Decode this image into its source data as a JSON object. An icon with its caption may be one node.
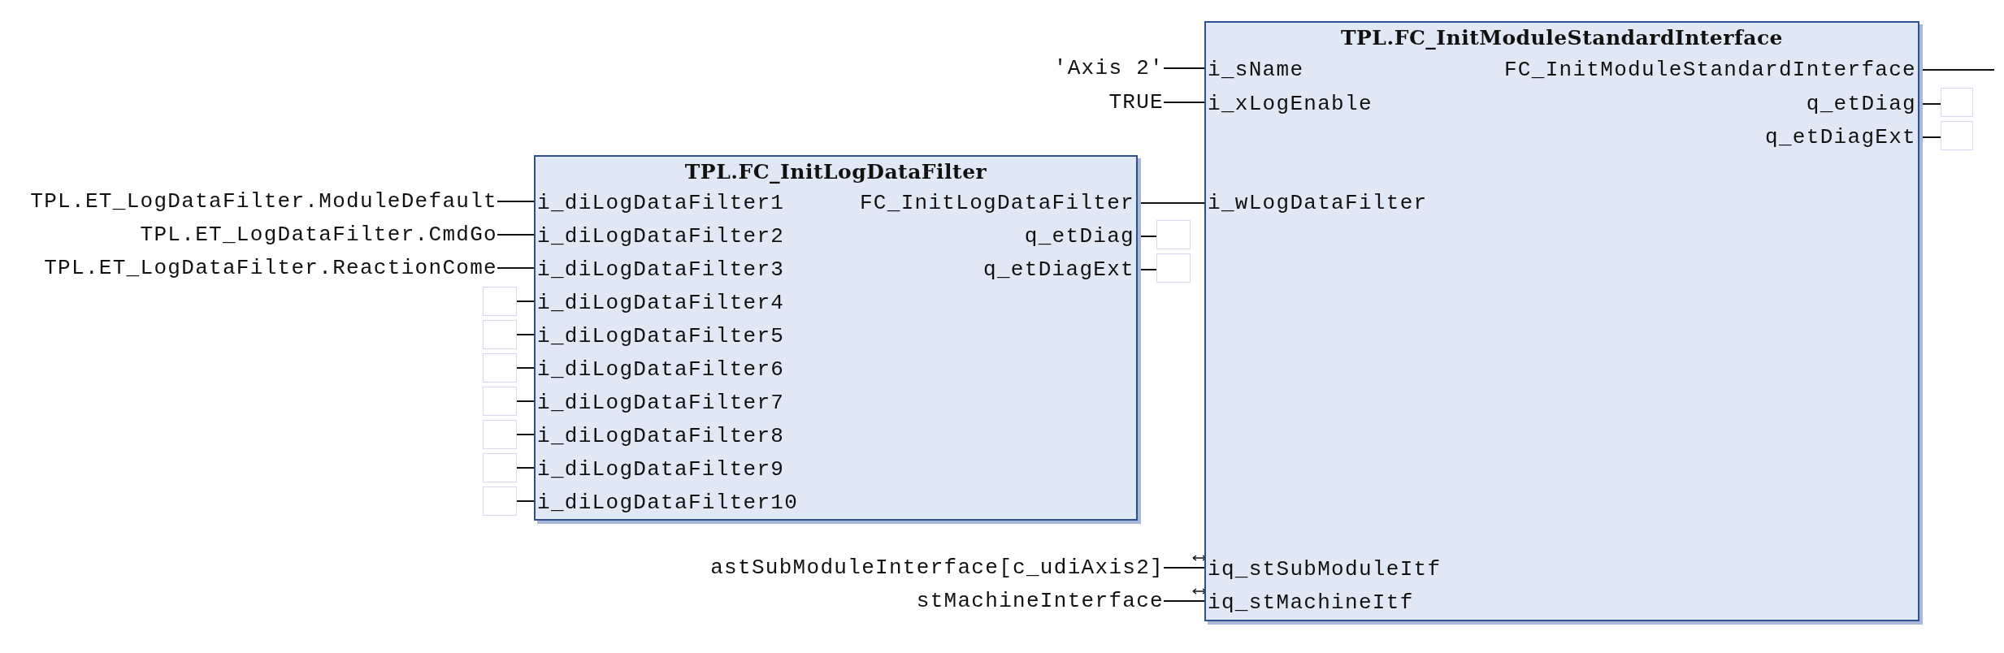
{
  "diagram": {
    "nodes": [
      {
        "text": [
          "TPL.FC_InitModuleStandardInterface"
        ]
      },
      {
        "text": [
          "i_sName"
        ],
        "in": 0
      },
      {
        "text": [
          "i_xLogEnable"
        ],
        "in": 0
      },
      {
        "text": [
          "i_wLogDataFilter"
        ],
        "in": 0
      },
      {
        "text": [
          "iq_stSubModuleItf"
        ],
        "in": 0
      },
      {
        "text": [
          "iq_stMachineItf"
        ],
        "in": 0
      },
      {
        "text": [
          "FC_InitModuleStandardInterface"
        ],
        "in": 0
      },
      {
        "text": [
          "q_etDiag"
        ],
        "in": 0
      },
      {
        "text": [
          "q_etDiagExt"
        ],
        "in": 0
      },
      {
        "text": [
          "TPL.FC_InitLogDataFilter"
        ]
      },
      {
        "text": [
          "i_diLogDataFilter1"
        ],
        "in": 9
      },
      {
        "text": [
          "i_diLogDataFilter2"
        ],
        "in": 9
      },
      {
        "text": [
          "i_diLogDataFilter3"
        ],
        "in": 9
      },
      {
        "text": [
          "i_diLogDataFilter4"
        ],
        "in": 9
      },
      {
        "text": [
          "i_diLogDataFilter5"
        ],
        "in": 9
      },
      {
        "text": [
          "i_diLogDataFilter6"
        ],
        "in": 9
      },
      {
        "text": [
          "i_diLogDataFilter7"
        ],
        "in": 9
      },
      {
        "text": [
          "i_diLogDataFilter8"
        ],
        "in": 9
      },
      {
        "text": [
          "i_diLogDataFilter9"
        ],
        "in": 9
      },
      {
        "text": [
          "i_diLogDataFilter10"
        ],
        "in": 9
      },
      {
        "text": [
          "FC_InitLogDataFilter"
        ],
        "in": 9
      },
      {
        "text": [
          "q_etDiag"
        ],
        "in": 9
      },
      {
        "text": [
          "q_etDiagExt"
        ],
        "in": 9
      },
      {
        "text": [
          "'Axis 2'"
        ]
      },
      {
        "text": [
          "TRUE"
        ]
      },
      {
        "text": [
          "TPL.ET_LogDataFilter.ModuleDefault"
        ]
      },
      {
        "text": [
          "TPL.ET_LogDataFilter.CmdGo"
        ]
      },
      {
        "text": [
          "TPL.ET_LogDataFilter.ReactionCome"
        ]
      },
      {
        "text": [],
        "shape": "box"
      },
      {
        "text": [],
        "shape": "box"
      },
      {
        "text": [],
        "shape": "box"
      },
      {
        "text": [],
        "shape": "box"
      },
      {
        "text": [],
        "shape": "box"
      },
      {
        "text": [],
        "shape": "box"
      },
      {
        "text": [],
        "shape": "box"
      },
      {
        "text": [],
        "shape": "box"
      },
      {
        "text": [],
        "shape": "box"
      },
      {
        "text": [],
        "shape": "box"
      },
      {
        "text": [],
        "shape": "box"
      },
      {
        "text": [
          "astSubModuleInterface[c_udiAxis2]"
        ]
      },
      {
        "text": [
          "stMachineInterface"
        ]
      }
    ],
    "edges": [
      {
        "from": 23,
        "to": 1,
        "arrow": "none"
      },
      {
        "from": 24,
        "to": 2,
        "arrow": "none"
      },
      {
        "from": 6,
        "to": null,
        "arrow": "none"
      },
      {
        "from": 7,
        "to": 37,
        "arrow": "none"
      },
      {
        "from": 8,
        "to": 38,
        "arrow": "none"
      },
      {
        "from": 25,
        "to": 10,
        "arrow": "none"
      },
      {
        "from": 26,
        "to": 11,
        "arrow": "none"
      },
      {
        "from": 27,
        "to": 12,
        "arrow": "none"
      },
      {
        "from": 28,
        "to": 13,
        "arrow": "none"
      },
      {
        "from": 29,
        "to": 14,
        "arrow": "none"
      },
      {
        "from": 30,
        "to": 15,
        "arrow": "none"
      },
      {
        "from": 31,
        "to": 16,
        "arrow": "none"
      },
      {
        "from": 32,
        "to": 17,
        "arrow": "none"
      },
      {
        "from": 33,
        "to": 18,
        "arrow": "none"
      },
      {
        "from": 34,
        "to": 19,
        "arrow": "none"
      },
      {
        "from": 20,
        "to": 3,
        "arrow": "none"
      },
      {
        "from": 21,
        "to": 35,
        "arrow": "none"
      },
      {
        "from": 22,
        "to": 36,
        "arrow": "none"
      },
      {
        "from": 39,
        "to": 4,
        "arrow": "other"
      },
      {
        "from": 40,
        "to": 5,
        "arrow": "other"
      }
    ]
  }
}
